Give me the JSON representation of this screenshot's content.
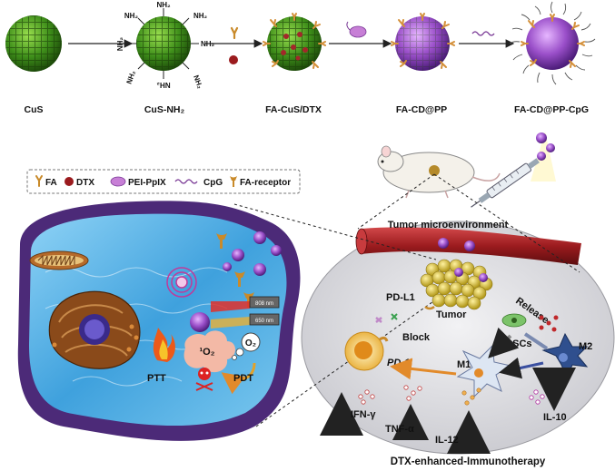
{
  "top_row": {
    "nanoparticles": [
      {
        "label": "CuS"
      },
      {
        "label": "CuS-NH₂"
      },
      {
        "label": "FA-CuS/DTX"
      },
      {
        "label": "FA-CD@PP"
      },
      {
        "label": "FA-CD@PP-CpG"
      }
    ],
    "amine_label": "NH₂"
  },
  "legend": {
    "items": [
      {
        "label": "FA",
        "icon": "fa-y-icon"
      },
      {
        "label": "DTX",
        "icon": "dtx-sphere-icon"
      },
      {
        "label": "PEI-PpIX",
        "icon": "pei-ppix-icon"
      },
      {
        "label": "CpG",
        "icon": "cpg-wave-icon"
      },
      {
        "label": "FA-receptor",
        "icon": "fa-receptor-icon"
      }
    ]
  },
  "cell": {
    "laser_808": "808 nm",
    "laser_650": "650 nm",
    "ptt": "PTT",
    "singlet_oxygen": "¹O₂",
    "oxygen": "O₂",
    "pdt": "PDT"
  },
  "immune": {
    "tumor_microenvironment": "Tumor microenvironment",
    "pd_l1": "PD-L1",
    "tumor": "Tumor",
    "release": "Release",
    "block": "Block",
    "mdscs": "MDSCs",
    "pd_1": "PD-1",
    "m1": "M1",
    "m2": "M2",
    "ifn_gamma": "IFN-γ",
    "tnf_alpha": "TNF-α",
    "il_12": "IL-12",
    "il_10": "IL-10",
    "title": "DTX-enhanced-Immunotherapy"
  },
  "colors": {
    "cus_green": "#3e8e1a",
    "cell_purple": "#4c2a78",
    "water_blue": "#5db3e6",
    "vessel_red": "#9b1b1e",
    "tumor_yellow": "#d9c23c",
    "ppix_pink": "#c77fd6"
  }
}
